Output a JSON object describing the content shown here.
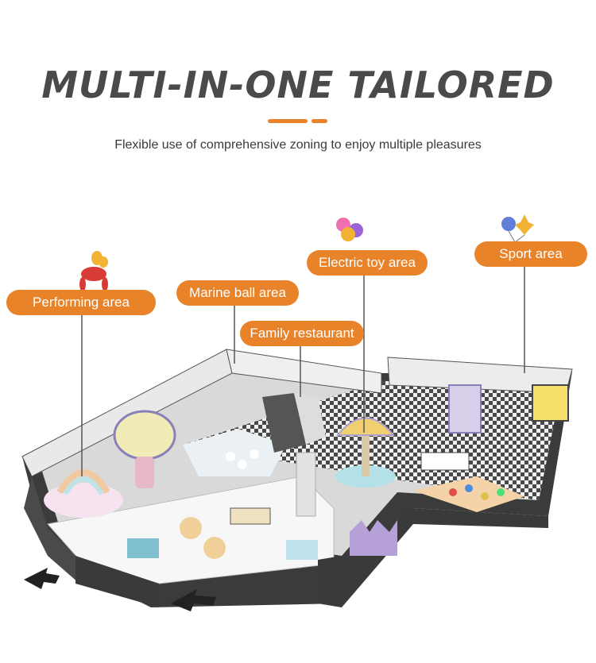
{
  "header": {
    "title": "MULTI-IN-ONE TAILORED",
    "subtitle": "Flexible use of comprehensive zoning to enjoy multiple pleasures"
  },
  "colors": {
    "accent": "#e8832a",
    "label_bg": "#e8832a",
    "title_text": "#4a4a4a",
    "wall_dark": "#3b3b3b",
    "floor_light": "#f2f2f2"
  },
  "zones": [
    {
      "id": "performing",
      "label": "Performing area",
      "icon": "balloon-dog-icon"
    },
    {
      "id": "marine",
      "label": "Marine ball area",
      "icon": ""
    },
    {
      "id": "restaurant",
      "label": "Family restaurant",
      "icon": ""
    },
    {
      "id": "electric",
      "label": "Electric toy area",
      "icon": "balloons-icon"
    },
    {
      "id": "sport",
      "label": "Sport area",
      "icon": "balloons-icon"
    }
  ],
  "arrows": [
    {
      "name": "entrance-arrow-left",
      "icon": "arrow-icon"
    },
    {
      "name": "entrance-arrow-right",
      "icon": "arrow-icon"
    }
  ]
}
